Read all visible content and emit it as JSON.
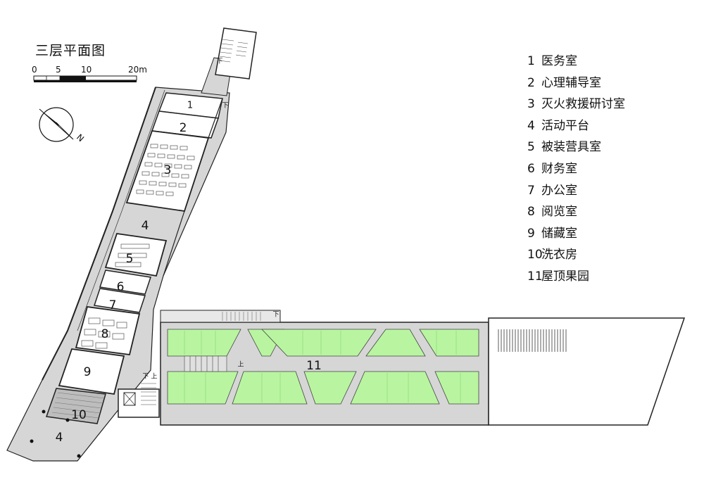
{
  "title": "三层平面图",
  "scale_bar": {
    "labels": [
      "0",
      "5",
      "10",
      "20m"
    ]
  },
  "north_label": "N",
  "legend": [
    {
      "num": "1",
      "name": "医务室"
    },
    {
      "num": "2",
      "name": "心理辅导室"
    },
    {
      "num": "3",
      "name": "灭火救援研讨室"
    },
    {
      "num": "4",
      "name": "活动平台"
    },
    {
      "num": "5",
      "name": "被装营具室"
    },
    {
      "num": "6",
      "name": "财务室"
    },
    {
      "num": "7",
      "name": "办公室"
    },
    {
      "num": "8",
      "name": "阅览室"
    },
    {
      "num": "9",
      "name": "储藏室"
    },
    {
      "num": "10",
      "name": "洗衣房"
    },
    {
      "num": "11",
      "name": "屋顶果园"
    }
  ],
  "room_labels": {
    "r1": "1",
    "r2": "2",
    "r3": "3",
    "r4a": "4",
    "r4b": "4",
    "r5": "5",
    "r6": "6",
    "r7": "7",
    "r8": "8",
    "r9": "9",
    "r10": "10",
    "r11": "11"
  },
  "stair_marks": {
    "up": "上",
    "down": "下"
  },
  "colors": {
    "floor": "#d6d6d6",
    "orchard": "#b9f5a0",
    "line": "#222222",
    "background": "#ffffff"
  }
}
